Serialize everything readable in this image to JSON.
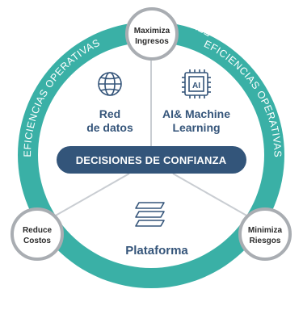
{
  "outer_ring": {
    "label": "EFICIENCIAS OPERATIVAS"
  },
  "sectors": {
    "network": {
      "icon": "globe-icon",
      "line1": "Red",
      "line2": "de datos"
    },
    "ai": {
      "icon": "ai-chip-icon",
      "chip_text": "AI",
      "line1": "AI& Machine",
      "line2": "Learning"
    },
    "platform": {
      "icon": "layers-icon",
      "line1": "Plataforma"
    }
  },
  "center_pill": {
    "label": "DECISIONES DE CONFIANZA"
  },
  "nodes": {
    "top": {
      "line1": "Maximiza",
      "line2": "Ingresos"
    },
    "left": {
      "line1": "Reduce",
      "line2": "Costos"
    },
    "right": {
      "line1": "Minimiza",
      "line2": "Riesgos"
    }
  },
  "colors": {
    "ring": "#3ab0a6",
    "text": "#35557a",
    "pill": "#33557a",
    "divider": "#c9cdd2",
    "node_border": "#a9adb2"
  }
}
